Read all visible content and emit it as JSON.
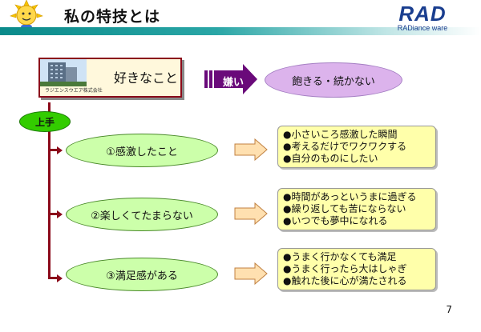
{
  "header": {
    "title": "私の特技とは"
  },
  "logo": {
    "main": "RAD",
    "sub": "RADiance ware"
  },
  "company": {
    "label": "ラジエンスウエア株式会社",
    "like": "好きなこと"
  },
  "dislike": {
    "label": "嫌い",
    "result": "飽きる・続かない"
  },
  "skill_label": "上手",
  "items": [
    {
      "title": "①感激したこと",
      "points": [
        "●小さいころ感激した瞬間",
        "●考えるだけでワクワクする",
        "●自分のものにしたい"
      ]
    },
    {
      "title": "②楽しくてたまらない",
      "points": [
        "●時間があっというまに過ぎる",
        "●繰り返しても苦にならない",
        "●いつでも夢中になれる"
      ]
    },
    {
      "title": "③満足感がある",
      "points": [
        "●うまく行かなくても満足",
        "●うまく行ったら大はしゃぎ",
        "●触れた後に心が満たされる"
      ]
    }
  ],
  "page_number": "7"
}
